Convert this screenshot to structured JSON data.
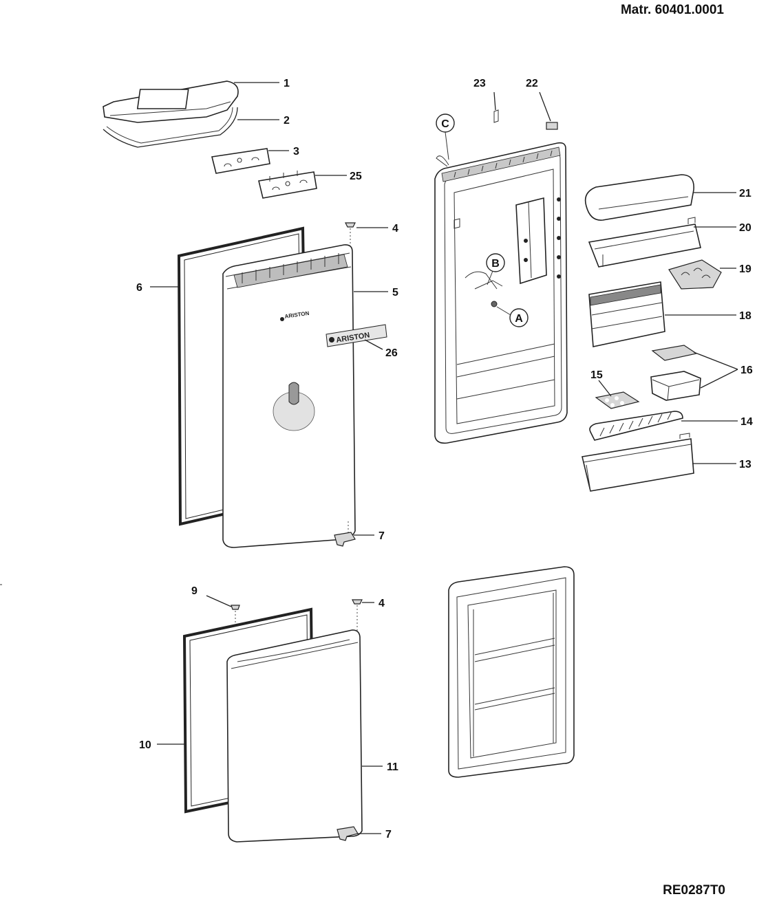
{
  "header": {
    "doc_id": "Matr. 60401.0001"
  },
  "footer": {
    "ref_code": "RE0287T0"
  },
  "brand_marks": {
    "door_logo": "ARISTON",
    "badge_logo": "ARISTON"
  },
  "callouts": {
    "c1": "1",
    "c2": "2",
    "c3": "3",
    "c25": "25",
    "c4a": "4",
    "c6": "6",
    "c5": "5",
    "c26": "26",
    "c7a": "7",
    "c9": "9",
    "c4b": "4",
    "c10": "10",
    "c11": "11",
    "c7b": "7",
    "c23": "23",
    "c22": "22",
    "c21": "21",
    "c20": "20",
    "c19": "19",
    "c18": "18",
    "c16": "16",
    "c15": "15",
    "c14": "14",
    "c13": "13",
    "ca": "A",
    "cb": "B",
    "cc": "C"
  }
}
